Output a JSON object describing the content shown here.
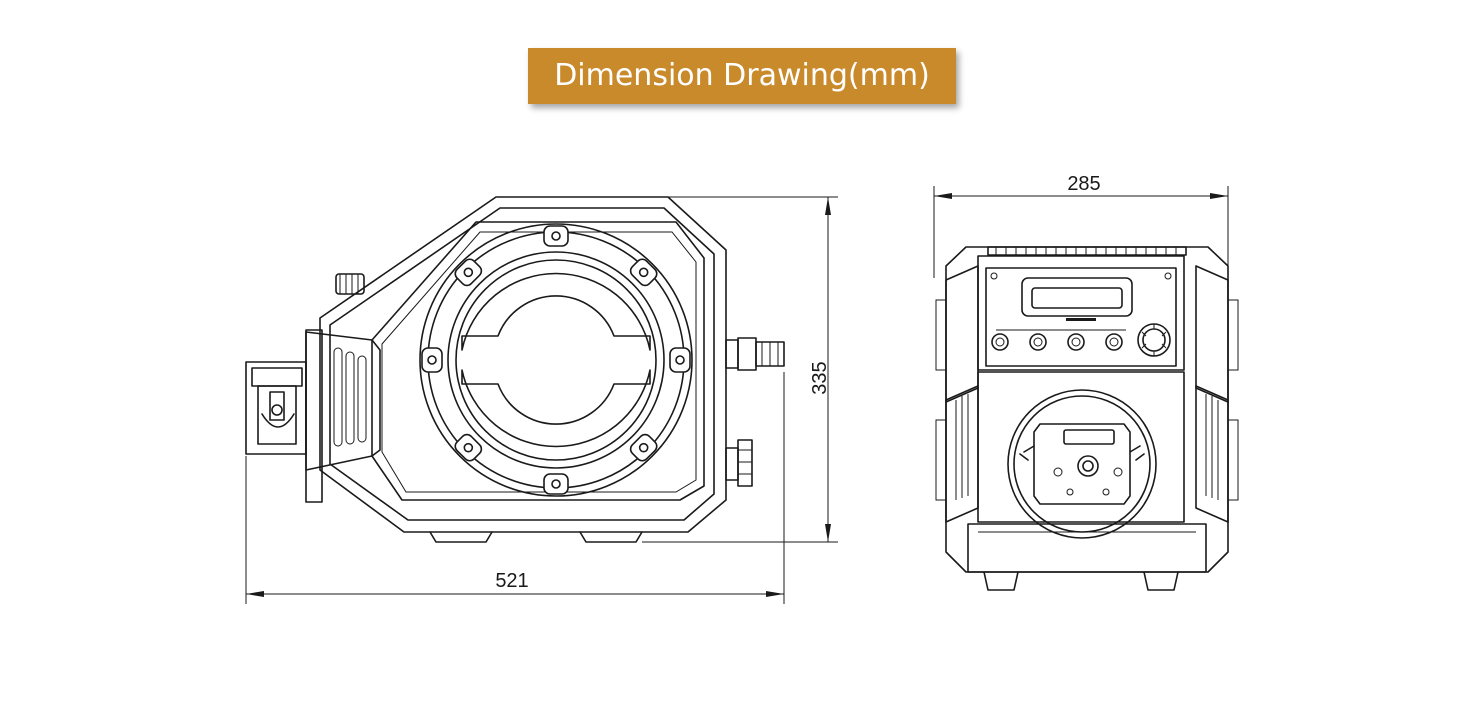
{
  "title": "Dimension Drawing(mm)",
  "dimensions": {
    "side_width": "521",
    "height": "335",
    "front_width": "285"
  },
  "colors": {
    "banner": "#c98a2b",
    "banner_text": "#ffffff",
    "line": "#1a1a1a"
  }
}
